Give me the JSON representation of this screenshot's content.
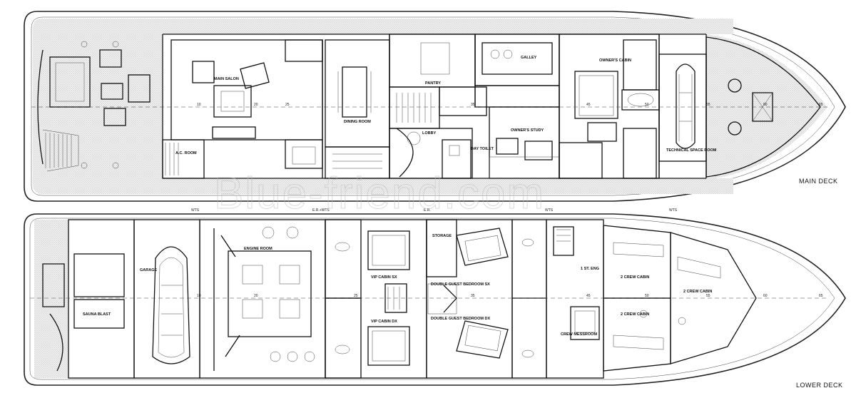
{
  "watermark": "Blue-friend.com",
  "decks": {
    "main": {
      "label": "MAIN DECK",
      "rooms": {
        "main_salon": "MAIN SALON",
        "dining_room": "DINING ROOM",
        "ac_room": "A.C. ROOM",
        "pantry": "PANTRY",
        "galley": "GALLEY",
        "lobby": "LOBBY",
        "day_toilet": "DAY TOILET",
        "owners_study": "OWNER'S STUDY",
        "owners_cabin": "OWNER'S CABIN",
        "technical_space": "TECHNICAL SPACE ROOM"
      },
      "frame_marks": [
        "10",
        "20",
        "25",
        "35",
        "45",
        "50",
        "55",
        "60",
        "65"
      ]
    },
    "lower": {
      "label": "LOWER DECK",
      "rooms": {
        "garage": "GARAGE",
        "sauna": "SAUNA BLAST",
        "engine_room": "ENGINE ROOM",
        "vip_sx": "VIP CABIN SX",
        "vip_dx": "VIP CABIN DX",
        "storage": "STORAGE",
        "double_sx": "DOUBLE GUEST BEDROOM SX",
        "double_dx": "DOUBLE GUEST BEDROOM DX",
        "first_eng": "1 ST. ENG",
        "crew_1": "2 CREW CABIN",
        "crew_2": "2 CREW CABIN",
        "crew_3": "2 CREW CABIN",
        "crew_mess": "CREW MESSROOM"
      },
      "wts": [
        "WTS",
        "E.R.+WTS",
        "E.R.",
        "WTS",
        "WTS"
      ],
      "frame_marks": [
        "10",
        "20",
        "25",
        "35",
        "45",
        "50",
        "55",
        "60",
        "65"
      ]
    }
  }
}
